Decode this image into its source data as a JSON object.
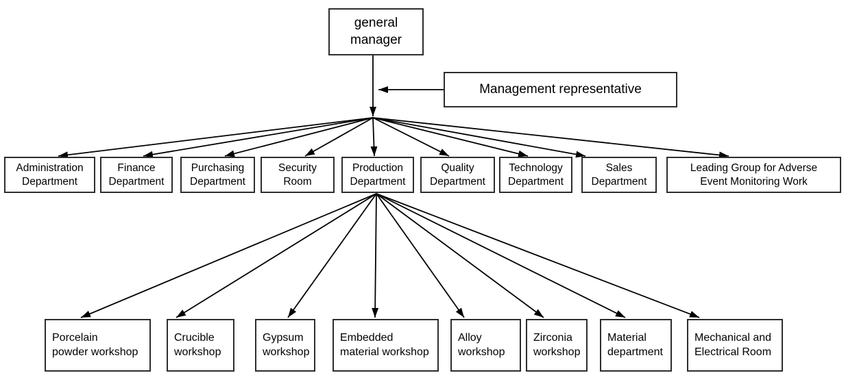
{
  "colors": {
    "background": "#ffffff",
    "line": "#000000",
    "box_border": "#2d2d2d",
    "text": "#000000"
  },
  "nodes": {
    "general_manager": {
      "id": "general_manager",
      "label": "general\nmanager"
    },
    "management_representative": {
      "id": "management_representative",
      "label": "Management representative"
    },
    "departments": [
      {
        "id": "administration",
        "label": "Administration\nDepartment"
      },
      {
        "id": "finance",
        "label": "Finance\nDepartment"
      },
      {
        "id": "purchasing",
        "label": "Purchasing\nDepartment"
      },
      {
        "id": "security",
        "label": "Security\nRoom"
      },
      {
        "id": "production",
        "label": "Production\nDepartment"
      },
      {
        "id": "quality",
        "label": "Quality\nDepartment"
      },
      {
        "id": "technology",
        "label": "Technology\nDepartment"
      },
      {
        "id": "sales",
        "label": "Sales\nDepartment"
      },
      {
        "id": "adverse_event_group",
        "label": "Leading Group for Adverse\nEvent Monitoring Work"
      }
    ],
    "production_units": [
      {
        "id": "porcelain_powder_workshop",
        "label": "Porcelain\npowder workshop"
      },
      {
        "id": "crucible_workshop",
        "label": "Crucible\nworkshop"
      },
      {
        "id": "gypsum_workshop",
        "label": "Gypsum\nworkshop"
      },
      {
        "id": "embedded_material_workshop",
        "label": "Embedded\nmaterial workshop"
      },
      {
        "id": "alloy_workshop",
        "label": "Alloy\nworkshop"
      },
      {
        "id": "zirconia_workshop",
        "label": "Zirconia\nworkshop"
      },
      {
        "id": "material_department",
        "label": "Material\ndepartment"
      },
      {
        "id": "mechanical_electrical_room",
        "label": "Mechanical and\nElectrical Room"
      }
    ]
  },
  "edges": [
    {
      "from": "general_manager",
      "to": "department_hub"
    },
    {
      "from": "management_representative",
      "to": "general_manager"
    },
    {
      "from": "general_manager",
      "to": "administration"
    },
    {
      "from": "general_manager",
      "to": "finance"
    },
    {
      "from": "general_manager",
      "to": "purchasing"
    },
    {
      "from": "general_manager",
      "to": "security"
    },
    {
      "from": "general_manager",
      "to": "production"
    },
    {
      "from": "general_manager",
      "to": "quality"
    },
    {
      "from": "general_manager",
      "to": "technology"
    },
    {
      "from": "general_manager",
      "to": "sales"
    },
    {
      "from": "general_manager",
      "to": "adverse_event_group"
    },
    {
      "from": "production",
      "to": "porcelain_powder_workshop"
    },
    {
      "from": "production",
      "to": "crucible_workshop"
    },
    {
      "from": "production",
      "to": "gypsum_workshop"
    },
    {
      "from": "production",
      "to": "embedded_material_workshop"
    },
    {
      "from": "production",
      "to": "alloy_workshop"
    },
    {
      "from": "production",
      "to": "zirconia_workshop"
    },
    {
      "from": "production",
      "to": "material_department"
    },
    {
      "from": "production",
      "to": "mechanical_electrical_room"
    }
  ]
}
